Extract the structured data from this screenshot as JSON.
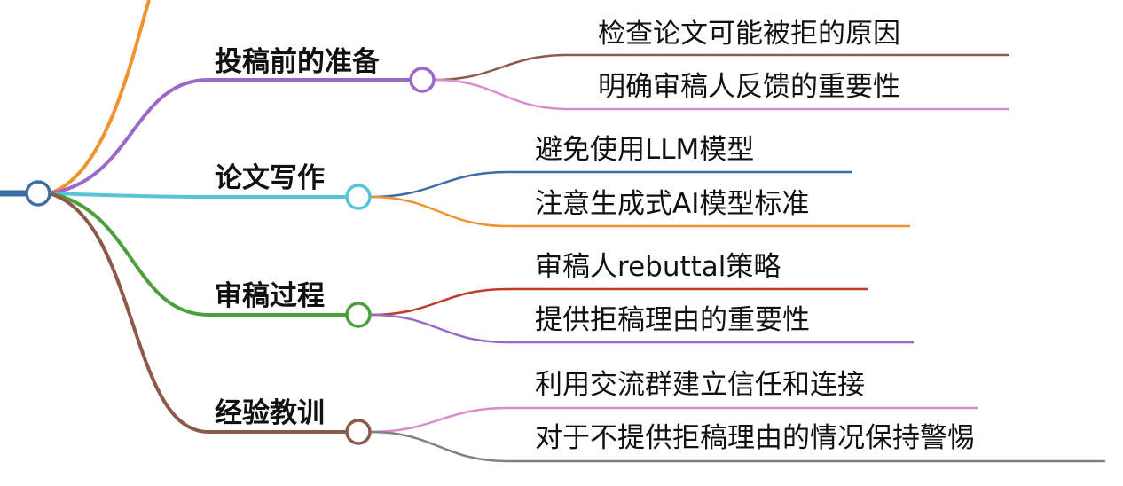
{
  "mindmap": {
    "root": {
      "color": "#3b6ea5"
    },
    "partial_branch": {
      "color": "#f0922e"
    },
    "branches": [
      {
        "label": "投稿前的准备",
        "color": "#9a68c7",
        "children": [
          {
            "label": "检查论文可能被拒的原因",
            "color": "#8b5a4a"
          },
          {
            "label": "明确审稿人反馈的重要性",
            "color": "#d98bcf"
          }
        ]
      },
      {
        "label": "论文写作",
        "color": "#56c3d6",
        "children": [
          {
            "label": "避免使用LLM模型",
            "color": "#3b6ea5"
          },
          {
            "label": "注意生成式AI模型标准",
            "color": "#f0922e"
          }
        ]
      },
      {
        "label": "审稿过程",
        "color": "#4aa03a",
        "children": [
          {
            "label": "审稿人rebuttal策略",
            "color": "#c0392b"
          },
          {
            "label": "提供拒稿理由的重要性",
            "color": "#9a68c7"
          }
        ]
      },
      {
        "label": "经验教训",
        "color": "#8b5a4a",
        "children": [
          {
            "label": "利用交流群建立信任和连接",
            "color": "#d98bcf"
          },
          {
            "label": "对于不提供拒稿理由的情况保持警惕",
            "color": "#808080"
          }
        ]
      }
    ]
  }
}
